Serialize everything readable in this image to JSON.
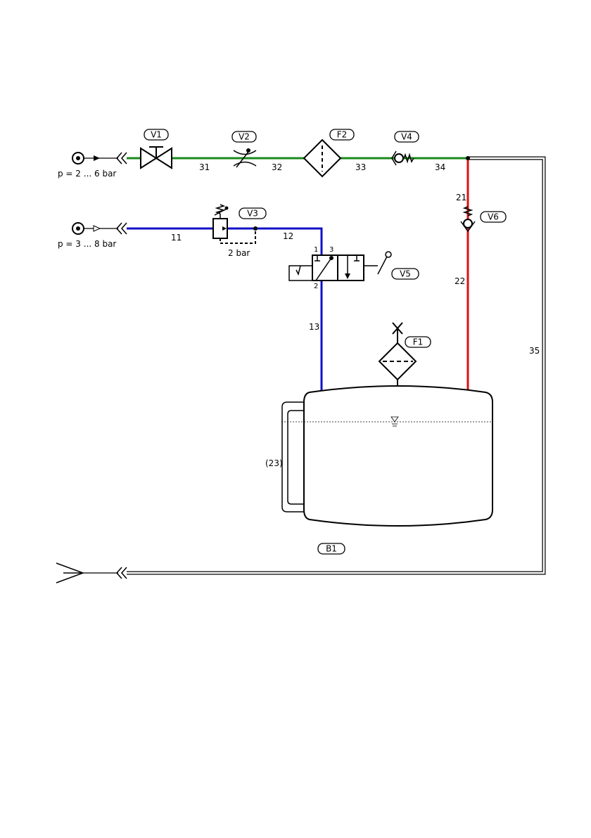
{
  "pressures": {
    "supply_upper": "p = 2 ... 6 bar",
    "supply_lower": "p = 3 ... 8 bar"
  },
  "components": {
    "v1": "V1",
    "v2": "V2",
    "v3": "V3",
    "v4": "V4",
    "v5": "V5",
    "v6": "V6",
    "f1": "F1",
    "f2": "F2",
    "b1": "B1"
  },
  "lines": {
    "l11": "11",
    "l12": "12",
    "l13": "13",
    "l21": "21",
    "l22": "22",
    "l23": "(23)",
    "l31": "31",
    "l32": "32",
    "l33": "33",
    "l34": "34",
    "l35": "35"
  },
  "valve_v3_setting": "2 bar",
  "valve_v5_ports": {
    "p1": "1",
    "p2": "2",
    "p3": "3"
  },
  "colors": {
    "green_line": "#1a8a1a",
    "blue_line": "#1010c8",
    "red_line": "#e01010",
    "outline": "#000000"
  }
}
